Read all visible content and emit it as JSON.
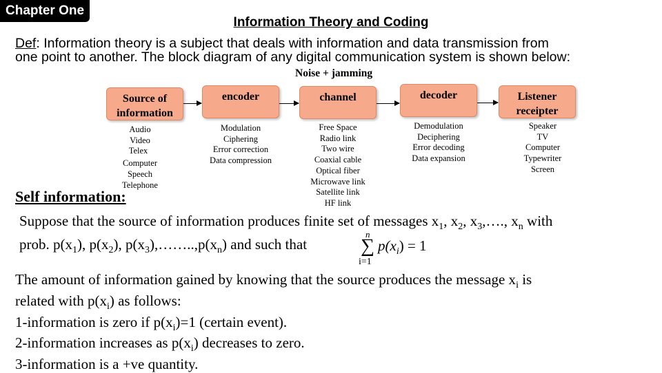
{
  "chapter_tag": "Chapter One",
  "title": "Information Theory and Coding",
  "definition": {
    "label": "Def",
    "line1": ": Information theory is a subject that deals with information and data  transmission from",
    "line2": "one point to another. The block diagram of any digital  communication system is shown below:"
  },
  "diagram": {
    "noise_label": "Noise + jamming",
    "blocks": [
      {
        "label_line1": "Source of",
        "label_line2": "information",
        "items": [
          "Audio",
          "Video",
          "Telex",
          "Computer",
          "Speech",
          "Telephone"
        ]
      },
      {
        "label_line1": "encoder",
        "label_line2": "",
        "items": [
          "Modulation",
          "Ciphering",
          "Error correction",
          "Data compression"
        ]
      },
      {
        "label_line1": "channel",
        "label_line2": "",
        "items": [
          "Free Space",
          "Radio link",
          "Two wire",
          "Coaxial cable",
          "Optical fiber",
          "Microwave link",
          "Satellite link",
          "HF link"
        ]
      },
      {
        "label_line1": "decoder",
        "label_line2": "",
        "items": [
          "Demodulation",
          "Deciphering",
          "Error decoding",
          "Data expansion"
        ]
      },
      {
        "label_line1": "Listener",
        "label_line2": "receipter",
        "items": [
          "Speaker",
          "TV",
          "Computer",
          "Typewriter",
          "Screen"
        ]
      }
    ]
  },
  "self_information": {
    "heading": "Self information:",
    "para1_line1": {
      "pre": "Suppose that the source of information produces finite set of messages x",
      "s1": "1",
      "c1": ", x",
      "s2": "2",
      "c2": ", x",
      "s3": "3",
      "c3": ",…., x",
      "sn": "n",
      "post": " with"
    },
    "para1_line2": {
      "pre": "prob. p(x",
      "s1": "1",
      "c1": "), p(x",
      "s2": "2",
      "c2": "), p(x",
      "s3": "3",
      "c3": "),……..,p(x",
      "sn": "n",
      "post": ") and such that"
    },
    "formula": {
      "upper": "n",
      "sigma": "∑",
      "lower": "i=1",
      "expr": "p(x",
      "expr_sub": "i",
      "expr_end": ") = 1"
    },
    "para2_line1": {
      "pre": "The amount of information gained by knowing that the source produces the message x",
      "s": "i",
      "post": " is"
    },
    "para2_line2": {
      "pre": "related with p(x",
      "s": "i",
      "post": ") as follows:"
    },
    "point1": {
      "pre": "1-information is zero if p(x",
      "s": "i",
      "post": ")=1 (certain event)."
    },
    "point2": {
      "pre": "2-information increases as p(x",
      "s": "i",
      "post": ") decreases to zero."
    },
    "point3": "3-information is a +ve quantity."
  }
}
